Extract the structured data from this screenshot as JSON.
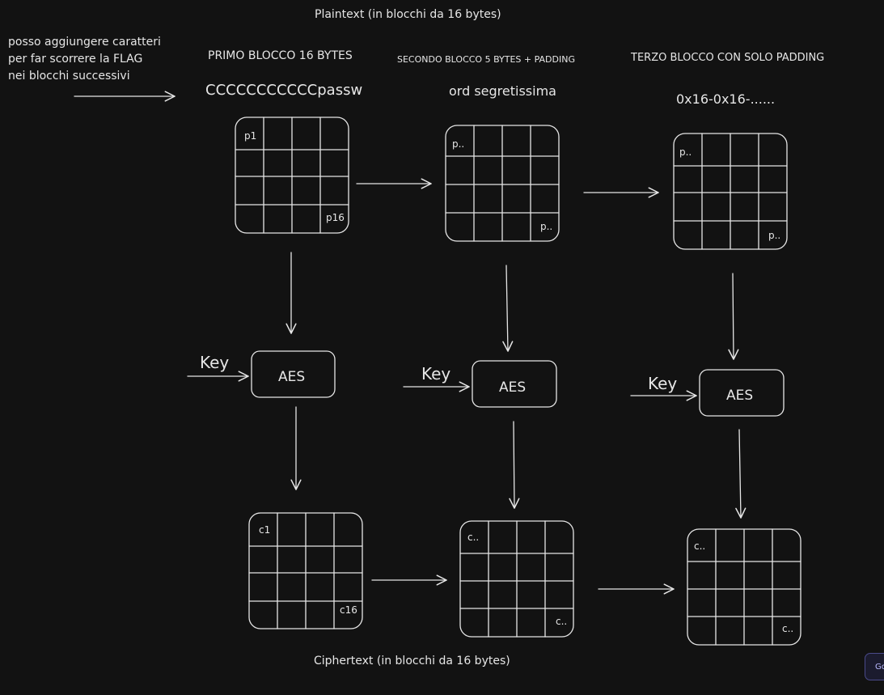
{
  "labels": {
    "plaintext_title": "Plaintext (in blocchi da 16 bytes)",
    "ciphertext_title": "Ciphertext (in blocchi da 16 bytes)",
    "note_line1": "posso aggiungere caratteri",
    "note_line2": "per far scorrere la FLAG",
    "note_line3": "nei blocchi successivi",
    "block1_heading": "PRIMO BLOCCO 16 BYTES",
    "block2_heading": "SECONDO BLOCCO 5 BYTES + PADDING",
    "block3_heading": "TERZO BLOCCO CON SOLO PADDING",
    "block1_content": "CCCCCCCCCCCpassw",
    "block2_content": "ord segretissima",
    "block3_content": "0x16-0x16-......",
    "plain1_first": "p1",
    "plain1_last": "p16",
    "plain2_first": "p..",
    "plain2_last": "p..",
    "plain3_first": "p..",
    "plain3_last": "p..",
    "aes": "AES",
    "key": "Key",
    "cipher1_first": "c1",
    "cipher1_last": "c16",
    "cipher2_first": "c..",
    "cipher2_last": "c..",
    "cipher3_first": "c..",
    "cipher3_last": "c.."
  },
  "corner_button": "Go",
  "colors": {
    "background": "#121212",
    "stroke": "#e6e6e6"
  }
}
